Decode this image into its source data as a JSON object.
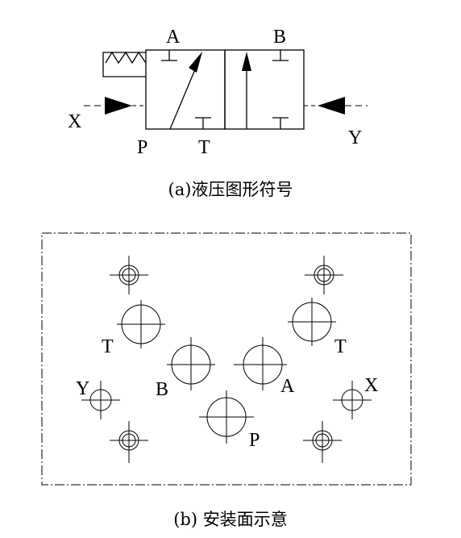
{
  "symbol": {
    "ports": {
      "a": "A",
      "b": "B",
      "p": "P",
      "t": "T",
      "x": "X",
      "y": "Y"
    },
    "caption": "(a)液压图形符号"
  },
  "mounting": {
    "labels": {
      "t_left": "T",
      "t_right": "T",
      "b": "B",
      "a": "A",
      "y": "Y",
      "x": "X",
      "p": "P"
    },
    "caption": "(b) 安装面示意"
  }
}
